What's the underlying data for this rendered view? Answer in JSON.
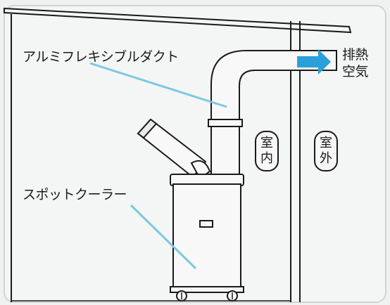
{
  "labels": {
    "duct": "アルミフレキシブルダクト",
    "cooler": "スポットクーラー",
    "exhaust_line1": "排熱",
    "exhaust_line2": "空気",
    "indoor_char1": "室",
    "indoor_char2": "内",
    "outdoor_char1": "室",
    "outdoor_char2": "外"
  },
  "colors": {
    "background": "#eef1f0",
    "outline": "#1a1a1a",
    "leader_line": "#7cc8e0",
    "arrow": "#2aa0d8"
  }
}
